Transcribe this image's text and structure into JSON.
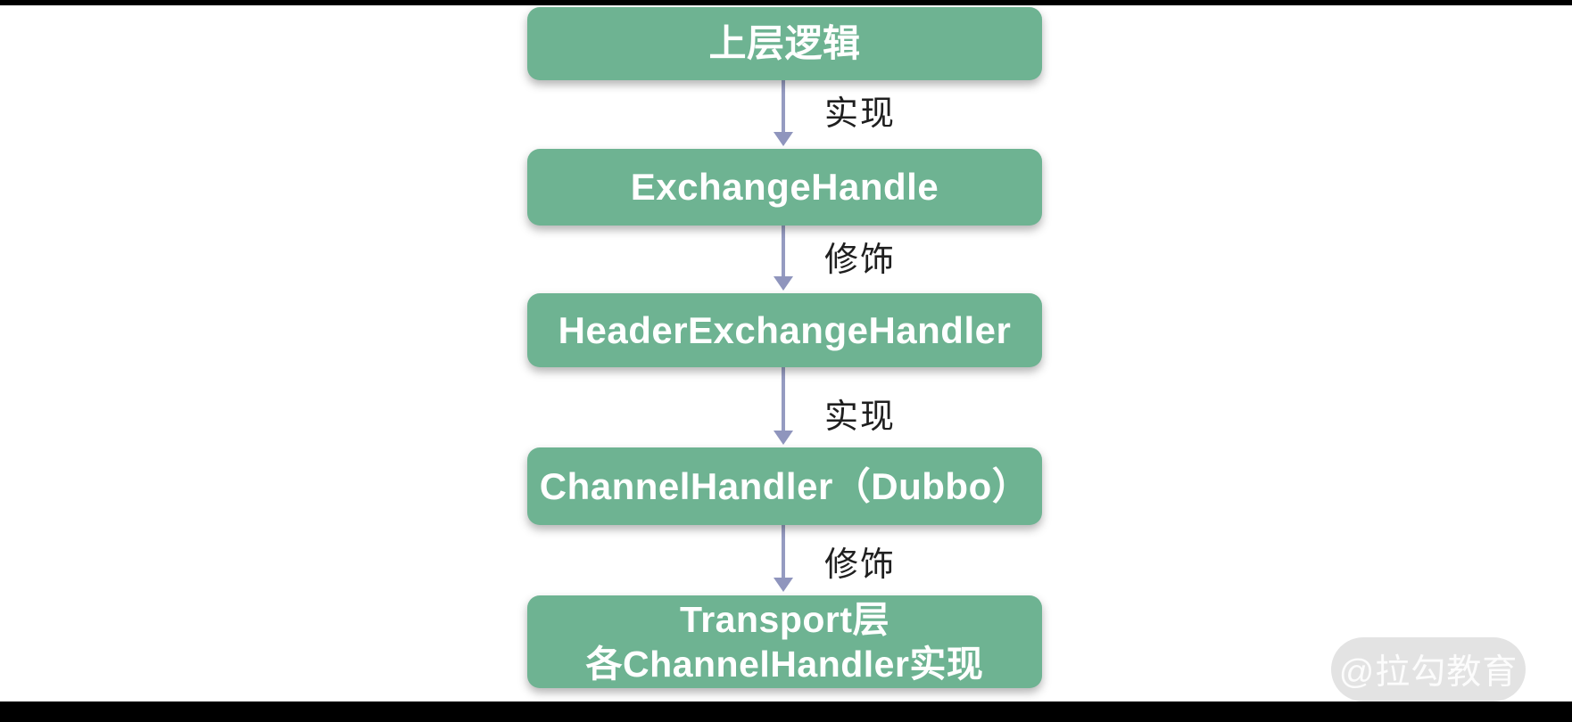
{
  "diagram": {
    "title": "Dubbo ChannelHandler layer diagram",
    "nodes": [
      {
        "id": "upper-logic",
        "label": "上层逻辑"
      },
      {
        "id": "exchange-handle",
        "label": "ExchangeHandle"
      },
      {
        "id": "header-exchange-handler",
        "label": "HeaderExchangeHandler"
      },
      {
        "id": "channel-handler-dubbo",
        "label": "ChannelHandler（Dubbo）"
      },
      {
        "id": "transport-impl",
        "label": "Transport层\n各ChannelHandler实现"
      }
    ],
    "edges": [
      {
        "from": "upper-logic",
        "to": "exchange-handle",
        "label": "实现"
      },
      {
        "from": "exchange-handle",
        "to": "header-exchange-handler",
        "label": "修饰"
      },
      {
        "from": "header-exchange-handler",
        "to": "channel-handler-dubbo",
        "label": "实现"
      },
      {
        "from": "channel-handler-dubbo",
        "to": "transport-impl",
        "label": "修饰"
      }
    ]
  },
  "watermark": {
    "text": "@拉勾教育"
  },
  "colors": {
    "node_fill": "#6eb392",
    "node_text": "#ffffff",
    "arrow": "#959bc1",
    "edge_label_text": "#1f1f1f",
    "watermark_bg": "#e3e3e3",
    "watermark_text": "#fcfcfc",
    "letterbox": "#000000",
    "background": "#ffffff"
  }
}
